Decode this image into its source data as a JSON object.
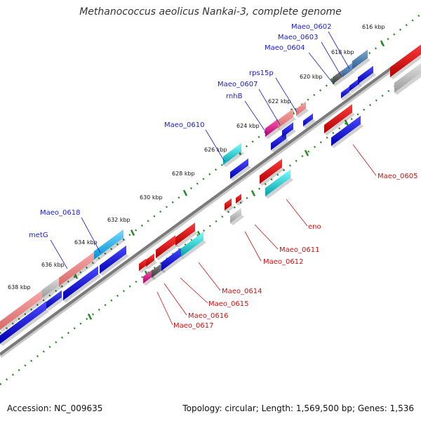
{
  "title": "Methanococcus aeolicus Nankai-3, complete genome",
  "footer": {
    "accession": "Accession: NC_009635",
    "summary": "Topology: circular; Length: 1,569,500 bp; Genes: 1,536"
  },
  "ticks": [
    {
      "label": "616 kbp"
    },
    {
      "label": "618 kbp"
    },
    {
      "label": "620 kbp"
    },
    {
      "label": "622 kbp"
    },
    {
      "label": "624 kbp"
    },
    {
      "label": "626 kbp"
    },
    {
      "label": "628 kbp"
    },
    {
      "label": "630 kbp"
    },
    {
      "label": "632 kbp"
    },
    {
      "label": "634 kbp"
    },
    {
      "label": "636 kbp"
    },
    {
      "label": "638 kbp"
    }
  ],
  "forward_labels": [
    "Maeo_0602",
    "Maeo_0603",
    "Maeo_0604",
    "rps15p",
    "Maeo_0607",
    "rnhB",
    "Maeo_0610",
    "Maeo_0618",
    "metG"
  ],
  "reverse_labels": [
    "Maeo_0605",
    "eno",
    "Maeo_0611",
    "Maeo_0612",
    "Maeo_0614",
    "Maeo_0615",
    "Maeo_0616",
    "Maeo_0617"
  ],
  "colors": {
    "backbone": "#8a8a8a",
    "tick": "#2a8a2a",
    "cds": "#1010dd",
    "gene": "#e01010",
    "forward_label": "#1a1ad0",
    "reverse_label": "#d01010"
  }
}
